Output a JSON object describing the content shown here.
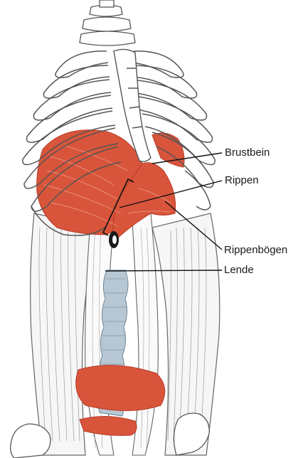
{
  "labels": {
    "sternum": "Brustbein",
    "ribs": "Rippen",
    "costal_arches": "Rippenbögen",
    "lumbar": "Lende"
  },
  "colors": {
    "muscle": "#d8553b",
    "muscle_dark": "#b83a25",
    "bone_outline": "#555555",
    "tissue_line": "#8a8a8a",
    "spine_blue": "#aebfcc",
    "leader_line": "#111111"
  }
}
